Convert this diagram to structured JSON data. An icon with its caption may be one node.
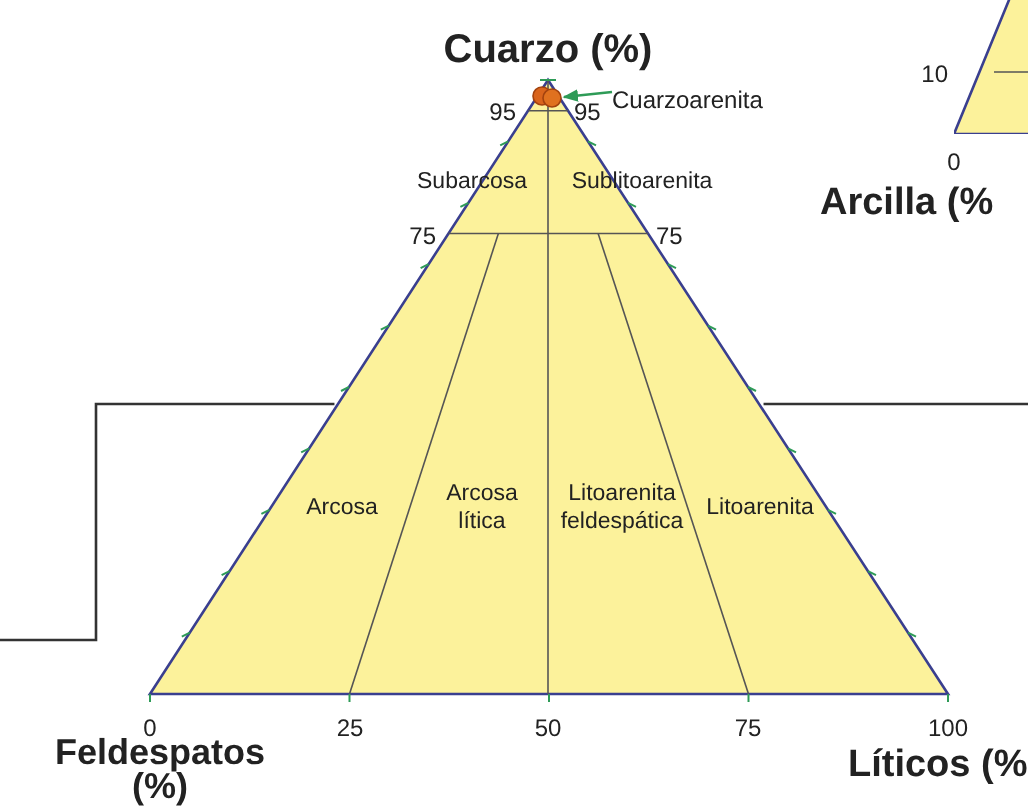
{
  "diagram": {
    "nodes": [
      {
        "text": [
          "Subarcosa",
          "Sublitoarenita",
          "Arcosa",
          "Arcosa lítica",
          "Litoarenita feldespática",
          "Litoarenita"
        ]
      },
      {
        "text": [],
        "shape": "triangle"
      },
      {
        "text": [
          "Cuarzoarenita"
        ]
      },
      {
        "text": [],
        "shape": "circle",
        "in": 0
      }
    ],
    "edges": [
      {
        "from": 2,
        "to": 3,
        "arrow": "to",
        "color": "#2e9b57"
      },
      {
        "from": null,
        "to": 0,
        "arrow": "none"
      },
      {
        "from": 0,
        "to": null,
        "arrow": "none"
      }
    ],
    "labels": [
      "Cuarzo (%)",
      "10",
      "95",
      "95",
      "0",
      "Arcilla (%",
      "75",
      "75",
      "0",
      "25",
      "50",
      "75",
      "100",
      "Feldespatos (%)",
      "Líticos (%"
    ]
  }
}
